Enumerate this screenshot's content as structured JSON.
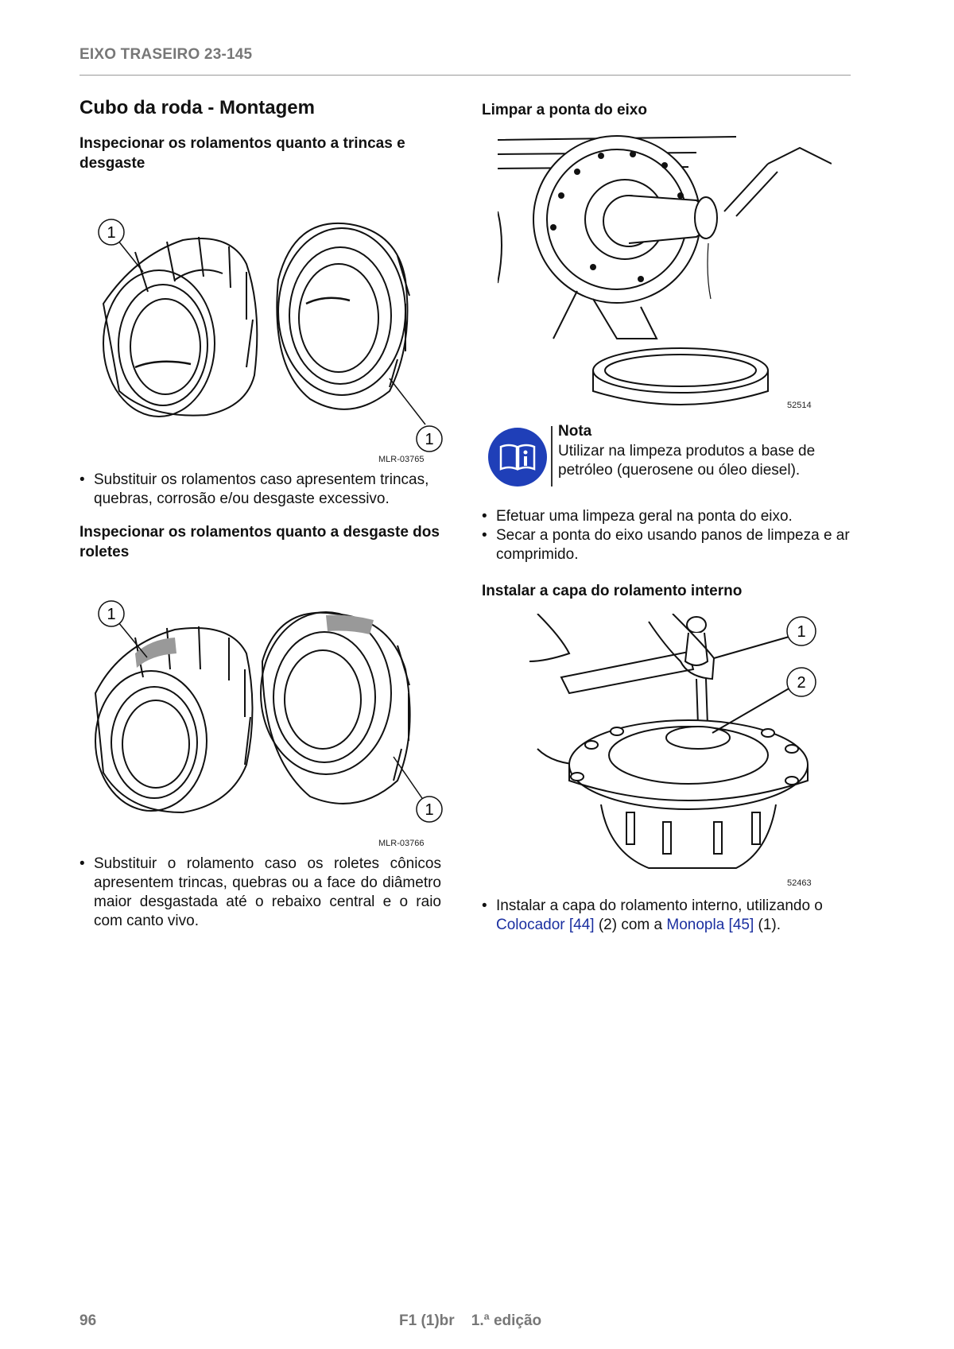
{
  "header": {
    "title": "EIXO TRASEIRO 23-145"
  },
  "left": {
    "title": "Cubo da roda - Montagem",
    "section1": {
      "heading": "Inspecionar os rolamentos quanto a trincas e desgaste",
      "figure_code": "MLR-03765",
      "callout_top": "1",
      "callout_bottom": "1",
      "bullets": [
        "Substituir os rolamentos caso apresentem trincas, quebras, corrosão e/ou desgaste excessivo."
      ]
    },
    "section2": {
      "heading": "Inspecionar os rolamentos quanto a desgaste dos roletes",
      "figure_code": "MLR-03766",
      "callout_top": "1",
      "callout_bottom": "1",
      "bullets": [
        "Substituir o rolamento caso os roletes cônicos apresentem trincas, quebras ou a face do diâmetro maior desgastada até o rebaixo central e o raio com canto vivo."
      ]
    }
  },
  "right": {
    "section1": {
      "heading": "Limpar a ponta do eixo",
      "figure_code": "52514"
    },
    "note": {
      "icon": "info-book-icon",
      "title": "Nota",
      "text": "Utilizar na limpeza produtos a base de petróleo (querosene ou óleo diesel)."
    },
    "section1_bullets": [
      "Efetuar uma limpeza geral na ponta do eixo.",
      "Secar a ponta do eixo usando panos de limpeza e ar comprimido."
    ],
    "section2": {
      "heading": "Instalar a capa do rolamento interno",
      "figure_code": "52463",
      "callout_1": "1",
      "callout_2": "2",
      "bullet_prefix": "Instalar a capa do rolamento interno, utilizando o",
      "link1": "Colocador [44]",
      "mid1": "(2) com a",
      "link2": "Monopla [45]",
      "suffix": "(1)."
    }
  },
  "footer": {
    "page_number": "96",
    "edition": "F1 (1)br    1.ª edição"
  }
}
